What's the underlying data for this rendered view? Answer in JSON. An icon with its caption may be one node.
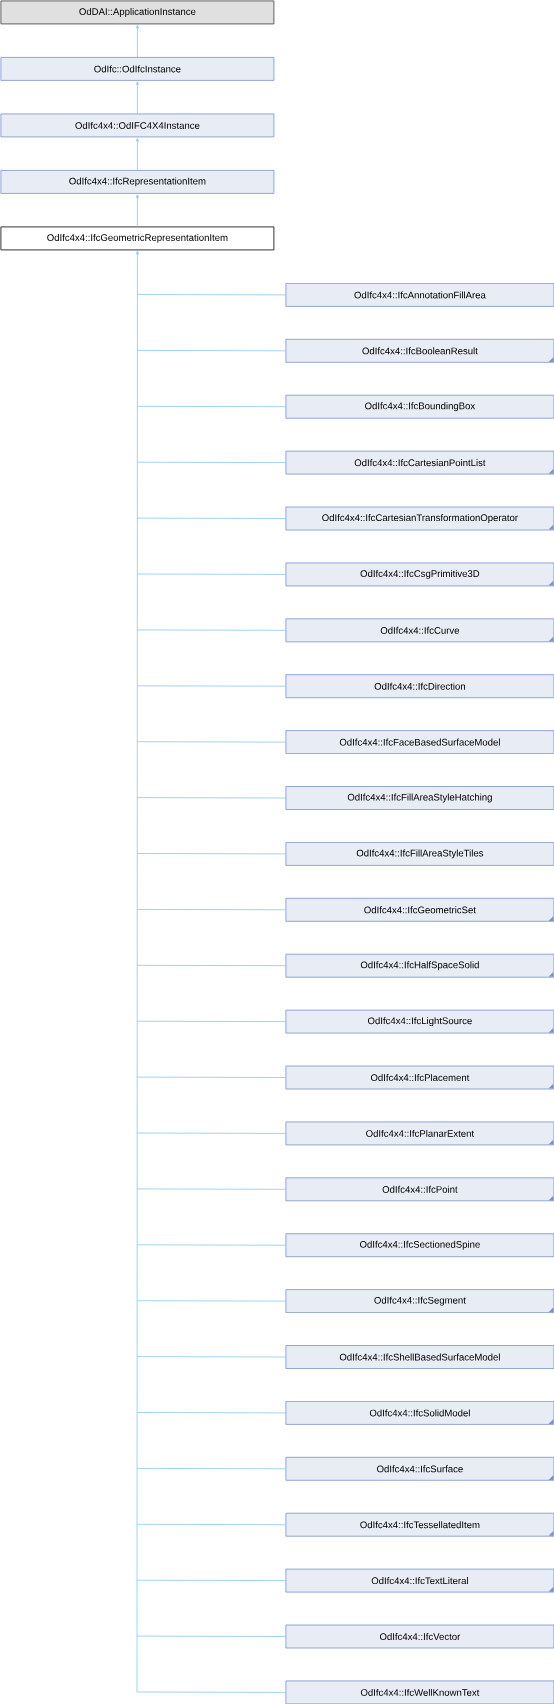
{
  "diagram": {
    "nodes": [
      {
        "text": [
          "OdDAI::ApplicationInstance"
        ]
      },
      {
        "text": [
          "OdIfc::OdIfcInstance"
        ]
      },
      {
        "text": [
          "OdIfc4x4::OdIFC4X4Instance"
        ]
      },
      {
        "text": [
          "OdIfc4x4::IfcRepresentationItem"
        ]
      },
      {
        "text": [
          "OdIfc4x4::IfcGeometricRepresentationItem"
        ]
      },
      {
        "text": [
          "OdIfc4x4::IfcAnnotationFillArea"
        ]
      },
      {
        "text": [
          "OdIfc4x4::IfcBooleanResult"
        ]
      },
      {
        "text": [
          "OdIfc4x4::IfcBoundingBox"
        ]
      },
      {
        "text": [
          "OdIfc4x4::IfcCartesianPointList"
        ]
      },
      {
        "text": [
          "OdIfc4x4::IfcCartesianTransformationOperator"
        ]
      },
      {
        "text": [
          "OdIfc4x4::IfcCsgPrimitive3D"
        ]
      },
      {
        "text": [
          "OdIfc4x4::IfcCurve"
        ]
      },
      {
        "text": [
          "OdIfc4x4::IfcDirection"
        ]
      },
      {
        "text": [
          "OdIfc4x4::IfcFaceBasedSurfaceModel"
        ]
      },
      {
        "text": [
          "OdIfc4x4::IfcFillAreaStyleHatching"
        ]
      },
      {
        "text": [
          "OdIfc4x4::IfcFillAreaStyleTiles"
        ]
      },
      {
        "text": [
          "OdIfc4x4::IfcGeometricSet"
        ]
      },
      {
        "text": [
          "OdIfc4x4::IfcHalfSpaceSolid"
        ]
      },
      {
        "text": [
          "OdIfc4x4::IfcLightSource"
        ]
      },
      {
        "text": [
          "OdIfc4x4::IfcPlacement"
        ]
      },
      {
        "text": [
          "OdIfc4x4::IfcPlanarExtent"
        ]
      },
      {
        "text": [
          "OdIfc4x4::IfcPoint"
        ]
      },
      {
        "text": [
          "OdIfc4x4::IfcSectionedSpine"
        ]
      },
      {
        "text": [
          "OdIfc4x4::IfcSegment"
        ]
      },
      {
        "text": [
          "OdIfc4x4::IfcShellBasedSurfaceModel"
        ]
      },
      {
        "text": [
          "OdIfc4x4::IfcSolidModel"
        ]
      },
      {
        "text": [
          "OdIfc4x4::IfcSurface"
        ]
      },
      {
        "text": [
          "OdIfc4x4::IfcTessellatedItem"
        ]
      },
      {
        "text": [
          "OdIfc4x4::IfcTextLiteral"
        ]
      },
      {
        "text": [
          "OdIfc4x4::IfcVector"
        ]
      },
      {
        "text": [
          "OdIfc4x4::IfcWellKnownText"
        ]
      }
    ],
    "edges": [
      {
        "from": 1,
        "to": 0,
        "arrow": "to"
      },
      {
        "from": 2,
        "to": 1,
        "arrow": "to"
      },
      {
        "from": 3,
        "to": 2,
        "arrow": "to"
      },
      {
        "from": 4,
        "to": 3,
        "arrow": "to"
      },
      {
        "from": 5,
        "to": 4,
        "arrow": "to"
      },
      {
        "from": 6,
        "to": 4,
        "arrow": "to"
      },
      {
        "from": 7,
        "to": 4,
        "arrow": "to"
      },
      {
        "from": 8,
        "to": 4,
        "arrow": "to"
      },
      {
        "from": 9,
        "to": 4,
        "arrow": "to"
      },
      {
        "from": 10,
        "to": 4,
        "arrow": "to"
      },
      {
        "from": 11,
        "to": 4,
        "arrow": "to"
      },
      {
        "from": 12,
        "to": 4,
        "arrow": "to"
      },
      {
        "from": 13,
        "to": 4,
        "arrow": "to"
      },
      {
        "from": 14,
        "to": 4,
        "arrow": "to"
      },
      {
        "from": 15,
        "to": 4,
        "arrow": "to"
      },
      {
        "from": 16,
        "to": 4,
        "arrow": "to"
      },
      {
        "from": 17,
        "to": 4,
        "arrow": "to"
      },
      {
        "from": 18,
        "to": 4,
        "arrow": "to"
      },
      {
        "from": 19,
        "to": 4,
        "arrow": "to"
      },
      {
        "from": 20,
        "to": 4,
        "arrow": "to"
      },
      {
        "from": 21,
        "to": 4,
        "arrow": "to"
      },
      {
        "from": 22,
        "to": 4,
        "arrow": "to"
      },
      {
        "from": 23,
        "to": 4,
        "arrow": "to"
      },
      {
        "from": 24,
        "to": 4,
        "arrow": "to"
      },
      {
        "from": 25,
        "to": 4,
        "arrow": "to"
      },
      {
        "from": 26,
        "to": 4,
        "arrow": "to"
      },
      {
        "from": 27,
        "to": 4,
        "arrow": "to"
      },
      {
        "from": 28,
        "to": 4,
        "arrow": "to"
      },
      {
        "from": 29,
        "to": 4,
        "arrow": "to"
      },
      {
        "from": 30,
        "to": 4,
        "arrow": "to"
      }
    ]
  }
}
